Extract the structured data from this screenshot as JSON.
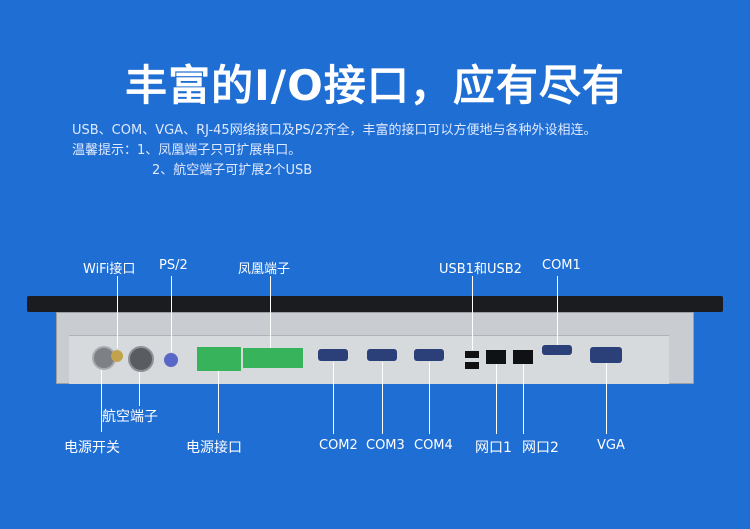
{
  "title": "丰富的I/O接口，应有尽有",
  "description": {
    "line1": "USB、COM、VGA、RJ-45网络接口及PS/2齐全，丰富的接口可以方便地与各种外设相连。",
    "line2": "温馨提示：1、凤凰端子只可扩展串口。",
    "line3": "2、航空端子可扩展2个USB"
  },
  "labels": {
    "wifi": "WiFi接口",
    "ps2": "PS/2",
    "phoenix": "凤凰端子",
    "usb": "USB1和USB2",
    "com1": "COM1",
    "aviation": "航空端子",
    "power_switch": "电源开关",
    "power_port": "电源接口",
    "com2": "COM2",
    "com3": "COM3",
    "com4": "COM4",
    "lan1": "网口1",
    "lan2": "网口2",
    "vga": "VGA"
  },
  "colors": {
    "background": "#1f6ed4",
    "port_blue": "#2b3f79",
    "terminal_green": "#37b35b"
  }
}
